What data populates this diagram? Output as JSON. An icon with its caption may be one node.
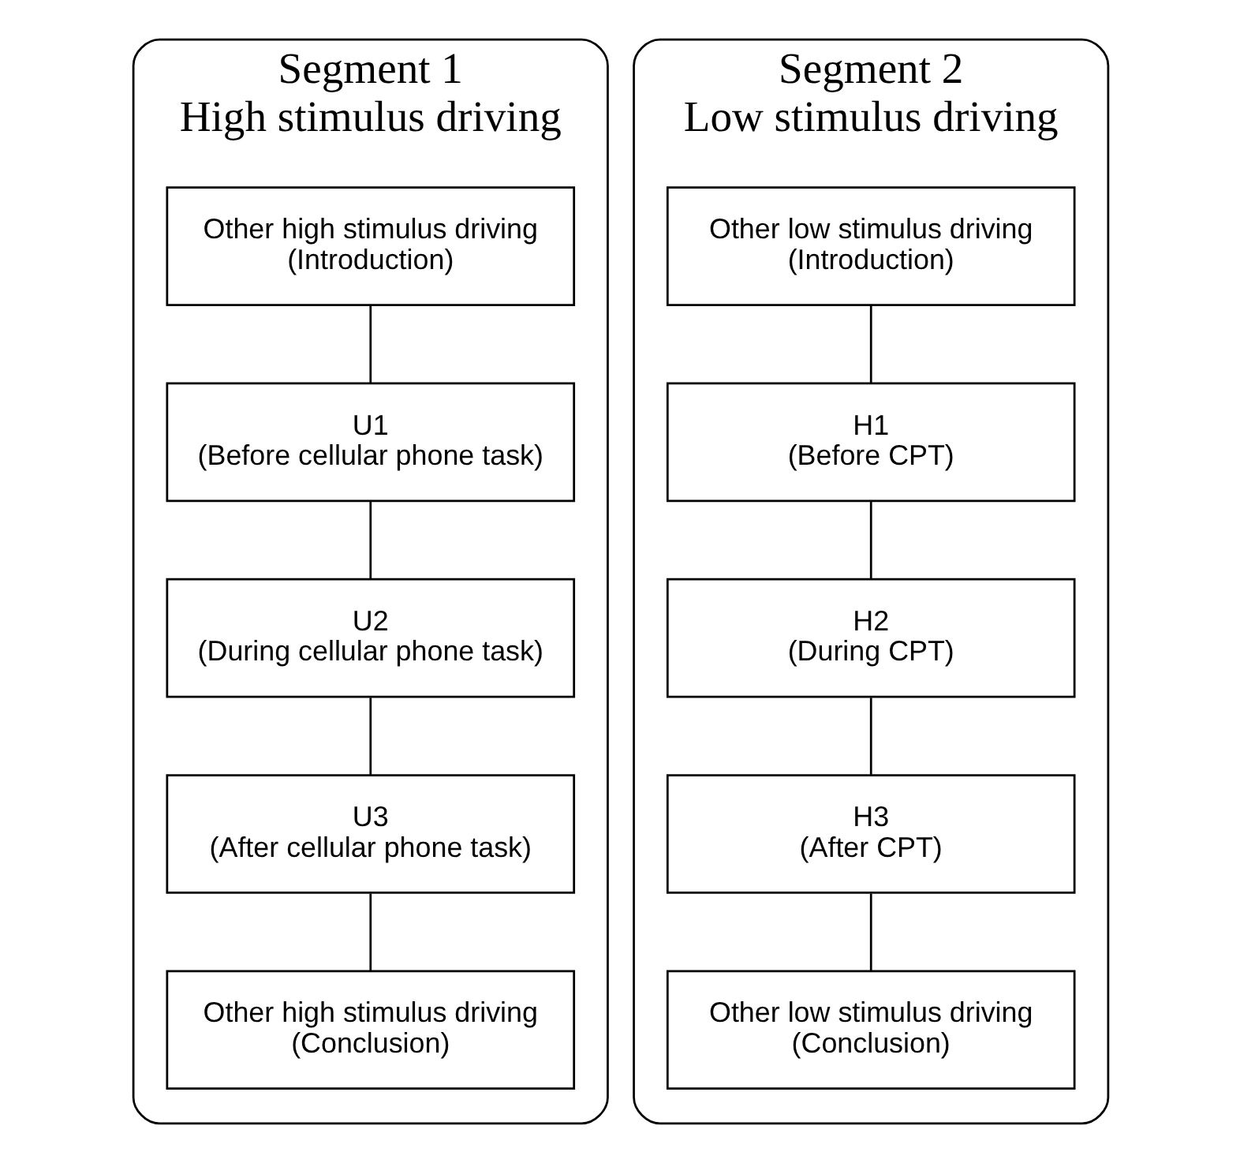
{
  "diagram": {
    "nodes": [
      {
        "text": [
          "Segment 1",
          "High stimulus driving"
        ]
      },
      {
        "text": [
          "Other high stimulus driving",
          "(Introduction)"
        ],
        "in": 0
      },
      {
        "text": [
          "U1",
          "(Before cellular phone task)"
        ],
        "in": 0
      },
      {
        "text": [
          "U2",
          "(During cellular phone task)"
        ],
        "in": 0
      },
      {
        "text": [
          "U3",
          "(After cellular phone task)"
        ],
        "in": 0
      },
      {
        "text": [
          "Other high stimulus driving",
          "(Conclusion)"
        ],
        "in": 0
      },
      {
        "text": [
          "Segment 2",
          "Low stimulus driving"
        ]
      },
      {
        "text": [
          "Other low stimulus driving",
          "(Introduction)"
        ],
        "in": 6
      },
      {
        "text": [
          "H1",
          "(Before CPT)"
        ],
        "in": 6
      },
      {
        "text": [
          "H2",
          "(During CPT)"
        ],
        "in": 6
      },
      {
        "text": [
          "H3",
          "(After CPT)"
        ],
        "in": 6
      },
      {
        "text": [
          "Other low stimulus driving",
          "(Conclusion)"
        ],
        "in": 6
      }
    ],
    "edges": [
      {
        "from": 1,
        "to": 2,
        "arrow": "none"
      },
      {
        "from": 2,
        "to": 3,
        "arrow": "none"
      },
      {
        "from": 3,
        "to": 4,
        "arrow": "none"
      },
      {
        "from": 4,
        "to": 5,
        "arrow": "none"
      },
      {
        "from": 7,
        "to": 8,
        "arrow": "none"
      },
      {
        "from": 8,
        "to": 9,
        "arrow": "none"
      },
      {
        "from": 9,
        "to": 10,
        "arrow": "none"
      },
      {
        "from": 10,
        "to": 11,
        "arrow": "none"
      }
    ]
  }
}
